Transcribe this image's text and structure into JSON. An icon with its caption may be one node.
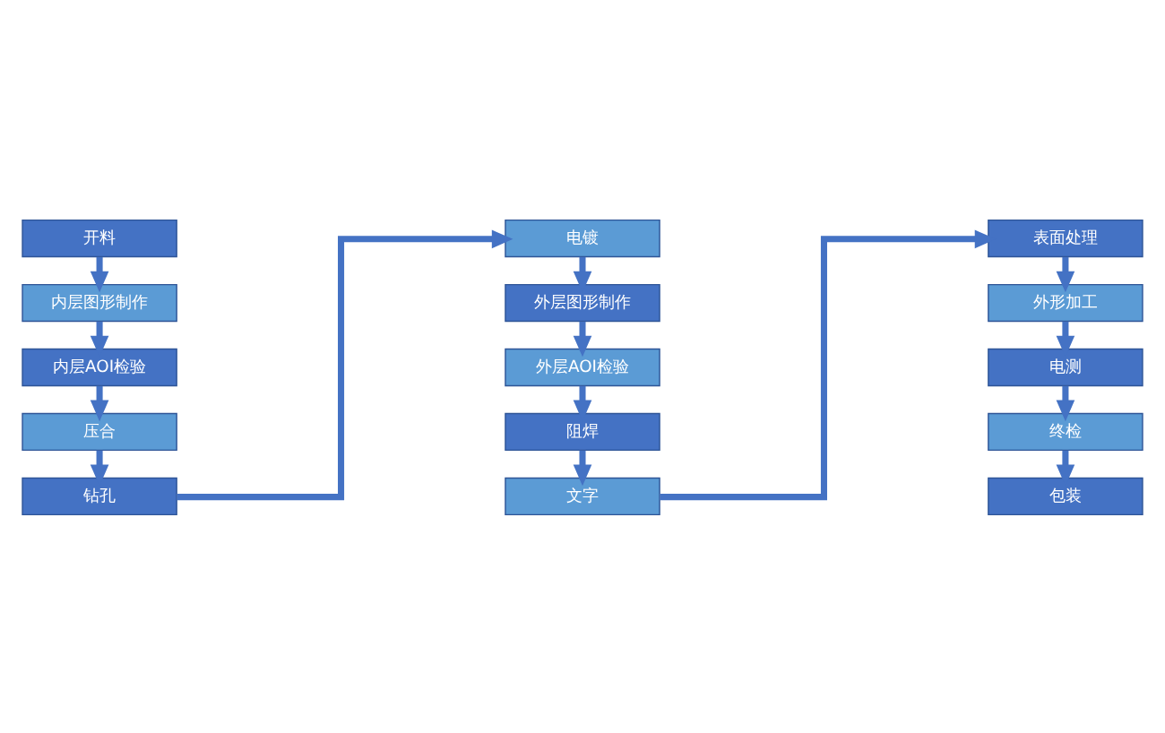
{
  "diagram": {
    "nodes": [
      {
        "text": [
          "开料"
        ]
      },
      {
        "text": [
          "内层图形制作"
        ]
      },
      {
        "text": [
          "内层AOI检验"
        ]
      },
      {
        "text": [
          "压合"
        ]
      },
      {
        "text": [
          "钻孔"
        ]
      },
      {
        "text": [
          "电镀"
        ]
      },
      {
        "text": [
          "外层图形制作"
        ]
      },
      {
        "text": [
          "外层AOI检验"
        ]
      },
      {
        "text": [
          "阻焊"
        ]
      },
      {
        "text": [
          "文字"
        ]
      },
      {
        "text": [
          "表面处理"
        ]
      },
      {
        "text": [
          "外形加工"
        ]
      },
      {
        "text": [
          "电测"
        ]
      },
      {
        "text": [
          "终检"
        ]
      },
      {
        "text": [
          "包装"
        ]
      }
    ],
    "edges": [
      {
        "from": 0,
        "to": 1,
        "arrow": "to"
      },
      {
        "from": 1,
        "to": 2,
        "arrow": "to"
      },
      {
        "from": 2,
        "to": 3,
        "arrow": "to"
      },
      {
        "from": 3,
        "to": 4,
        "arrow": "to"
      },
      {
        "from": 4,
        "to": 5,
        "arrow": "to"
      },
      {
        "from": 5,
        "to": 6,
        "arrow": "to"
      },
      {
        "from": 6,
        "to": 7,
        "arrow": "to"
      },
      {
        "from": 7,
        "to": 8,
        "arrow": "to"
      },
      {
        "from": 8,
        "to": 9,
        "arrow": "to"
      },
      {
        "from": 9,
        "to": 10,
        "arrow": "to"
      },
      {
        "from": 10,
        "to": 11,
        "arrow": "to"
      },
      {
        "from": 11,
        "to": 12,
        "arrow": "to"
      },
      {
        "from": 12,
        "to": 13,
        "arrow": "to"
      },
      {
        "from": 13,
        "to": 14,
        "arrow": "to"
      }
    ]
  }
}
